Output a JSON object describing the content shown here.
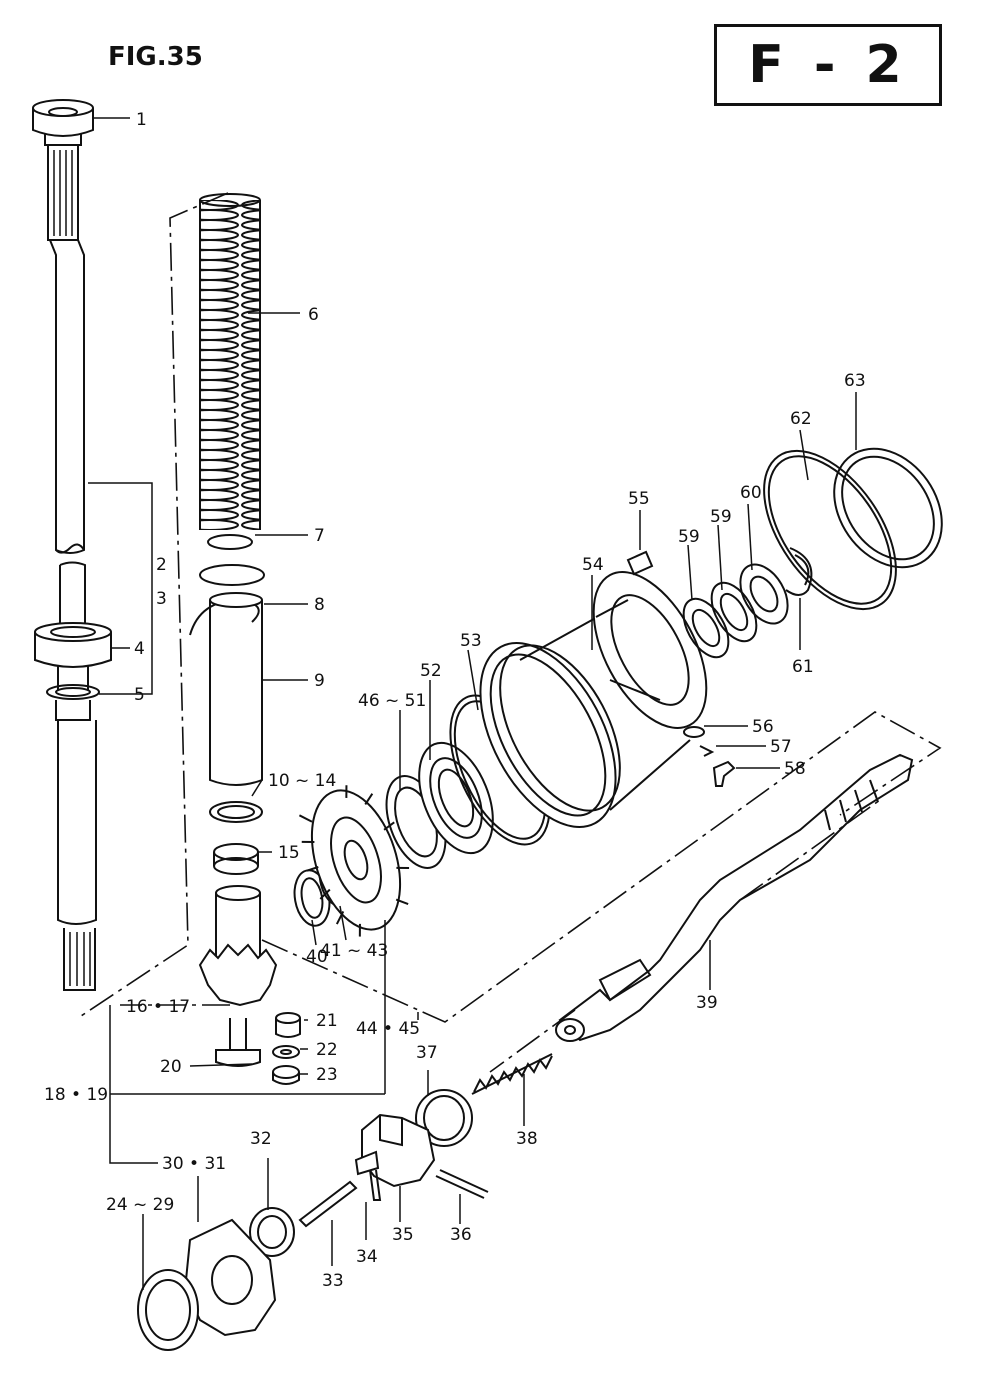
{
  "figure_label": "FIG.35",
  "sheet_code": "F - 2",
  "callouts": {
    "c1": "1",
    "c2": "2",
    "c3": "3",
    "c4": "4",
    "c5": "5",
    "c6": "6",
    "c7": "7",
    "c8": "8",
    "c9": "9",
    "c10": "10 ~ 14",
    "c15": "15",
    "c16": "16 • 17",
    "c18": "18 • 19",
    "c20": "20",
    "c21": "21",
    "c22": "22",
    "c23": "23",
    "c24": "24 ~ 29",
    "c30": "30 • 31",
    "c32": "32",
    "c33": "33",
    "c34": "34",
    "c35": "35",
    "c36": "36",
    "c37": "37",
    "c38": "38",
    "c39": "39",
    "c40": "40",
    "c41": "41 ~ 43",
    "c44": "44 • 45",
    "c46": "46 ~ 51",
    "c52": "52",
    "c53": "53",
    "c54": "54",
    "c55": "55",
    "c56": "56",
    "c57": "57",
    "c58": "58",
    "c59a": "59",
    "c59b": "59",
    "c60": "60",
    "c61": "61",
    "c62": "62",
    "c63": "63"
  }
}
